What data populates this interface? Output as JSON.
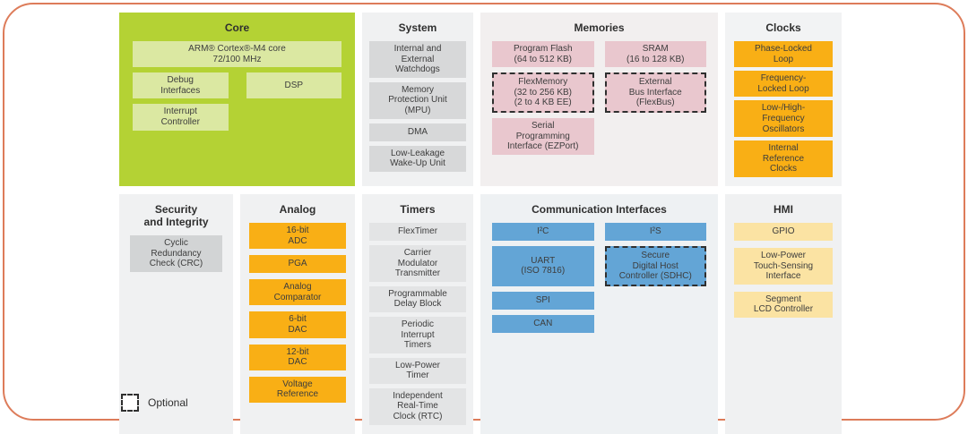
{
  "legend": {
    "label": "Optional"
  },
  "palette": {
    "frame_border": "#dd7c5a",
    "text": "#3d3d3d",
    "core": {
      "section": "#b4d234",
      "block": "#dbe8a2"
    },
    "system": {
      "section": "#f0f1f2",
      "block": "#d7d8d9"
    },
    "memories": {
      "section": "#f2efef",
      "block": "#e9c7ce"
    },
    "clocks": {
      "section": "#f2f3f4",
      "block": "#f9af15"
    },
    "security": {
      "section": "#f0f1f2",
      "block": "#d2d4d5"
    },
    "analog": {
      "section": "#f0f1f2",
      "block": "#f9af15"
    },
    "timers": {
      "section": "#f0f1f2",
      "block": "#e3e4e5"
    },
    "comm": {
      "section": "#eef1f3",
      "block": "#63a5d6"
    },
    "hmi": {
      "section": "#f0f1f2",
      "block": "#fbe3a3"
    }
  },
  "sections": [
    {
      "id": "core",
      "title": "Core",
      "theme": "core",
      "layout": "grid2",
      "blocks": [
        {
          "name": "arm-cortex-m4-core",
          "label": "ARM® Cortex®-M4 core\n72/100 MHz",
          "span": 2
        },
        {
          "name": "debug-interfaces",
          "label": "Debug\nInterfaces"
        },
        {
          "name": "dsp",
          "label": "DSP"
        },
        {
          "name": "interrupt-controller",
          "label": "Interrupt\nController"
        }
      ]
    },
    {
      "id": "system",
      "title": "System",
      "theme": "system",
      "layout": "stack",
      "blocks": [
        {
          "name": "internal-external-watchdogs",
          "label": "Internal and\nExternal\nWatchdogs"
        },
        {
          "name": "memory-protection-unit",
          "label": "Memory\nProtection Unit\n(MPU)"
        },
        {
          "name": "dma",
          "label": "DMA"
        },
        {
          "name": "low-leakage-wake-up-unit",
          "label": "Low-Leakage\nWake-Up Unit"
        }
      ]
    },
    {
      "id": "memories",
      "title": "Memories",
      "theme": "memories",
      "layout": "grid2",
      "blocks": [
        {
          "name": "program-flash",
          "label": "Program Flash\n(64 to 512 KB)",
          "col": 1,
          "row": 1
        },
        {
          "name": "sram",
          "label": "SRAM\n(16 to 128 KB)",
          "col": 2,
          "row": 1
        },
        {
          "name": "flexmemory",
          "label": "FlexMemory\n(32 to 256 KB)\n(2 to 4 KB EE)",
          "col": 1,
          "row": 2,
          "optional": true
        },
        {
          "name": "external-bus-interface",
          "label": "External\nBus Interface\n(FlexBus)",
          "col": 2,
          "row": 2,
          "optional": true
        },
        {
          "name": "serial-programming-interface",
          "label": "Serial\nProgramming\nInterface (EZPort)",
          "col": 1,
          "row": 3
        }
      ]
    },
    {
      "id": "clocks",
      "title": "Clocks",
      "theme": "clocks",
      "layout": "stack",
      "blocks": [
        {
          "name": "phase-locked-loop",
          "label": "Phase-Locked\nLoop"
        },
        {
          "name": "frequency-locked-loop",
          "label": "Frequency-\nLocked Loop"
        },
        {
          "name": "low-high-frequency-oscillators",
          "label": "Low-/High-\nFrequency\nOscillators"
        },
        {
          "name": "internal-reference-clocks",
          "label": "Internal\nReference\nClocks"
        }
      ]
    },
    {
      "id": "security",
      "title": "Security\nand Integrity",
      "theme": "security",
      "layout": "stack",
      "blocks": [
        {
          "name": "cyclic-redundancy-check",
          "label": "Cyclic\nRedundancy\nCheck (CRC)"
        }
      ]
    },
    {
      "id": "analog",
      "title": "Analog",
      "theme": "analog",
      "layout": "stack",
      "blocks": [
        {
          "name": "16-bit-adc",
          "label": "16-bit\nADC"
        },
        {
          "name": "pga",
          "label": "PGA"
        },
        {
          "name": "analog-comparator",
          "label": "Analog\nComparator"
        },
        {
          "name": "6-bit-dac",
          "label": "6-bit\nDAC"
        },
        {
          "name": "12-bit-dac",
          "label": "12-bit\nDAC"
        },
        {
          "name": "voltage-reference",
          "label": "Voltage\nReference"
        }
      ]
    },
    {
      "id": "timers",
      "title": "Timers",
      "theme": "timers",
      "layout": "stack",
      "blocks": [
        {
          "name": "flextimer",
          "label": "FlexTimer"
        },
        {
          "name": "carrier-modulator-transmitter",
          "label": "Carrier\nModulator\nTransmitter"
        },
        {
          "name": "programmable-delay-block",
          "label": "Programmable\nDelay Block"
        },
        {
          "name": "periodic-interrupt-timers",
          "label": "Periodic\nInterrupt\nTimers"
        },
        {
          "name": "low-power-timer",
          "label": "Low-Power\nTimer"
        },
        {
          "name": "independent-real-time-clock",
          "label": "Independent\nReal-Time\nClock (RTC)"
        }
      ]
    },
    {
      "id": "comm",
      "title": "Communication Interfaces",
      "theme": "comm",
      "layout": "grid2",
      "blocks": [
        {
          "name": "i2c",
          "label": "I²C",
          "col": 1,
          "row": 1
        },
        {
          "name": "i2s",
          "label": "I²S",
          "col": 2,
          "row": 1
        },
        {
          "name": "uart",
          "label": "UART\n(ISO 7816)",
          "col": 1,
          "row": 2
        },
        {
          "name": "secure-digital-host-controller",
          "label": "Secure\nDigital Host\nController (SDHC)",
          "col": 2,
          "row": 2,
          "optional": true
        },
        {
          "name": "spi",
          "label": "SPI",
          "col": 1,
          "row": 3
        },
        {
          "name": "can",
          "label": "CAN",
          "col": 1,
          "row": 4
        }
      ]
    },
    {
      "id": "hmi",
      "title": "HMI",
      "theme": "hmi",
      "layout": "stack",
      "blocks": [
        {
          "name": "gpio",
          "label": "GPIO"
        },
        {
          "name": "low-power-touch-sensing-interface",
          "label": "Low-Power\nTouch-Sensing\nInterface"
        },
        {
          "name": "segment-lcd-controller",
          "label": "Segment\nLCD Controller"
        }
      ]
    }
  ]
}
